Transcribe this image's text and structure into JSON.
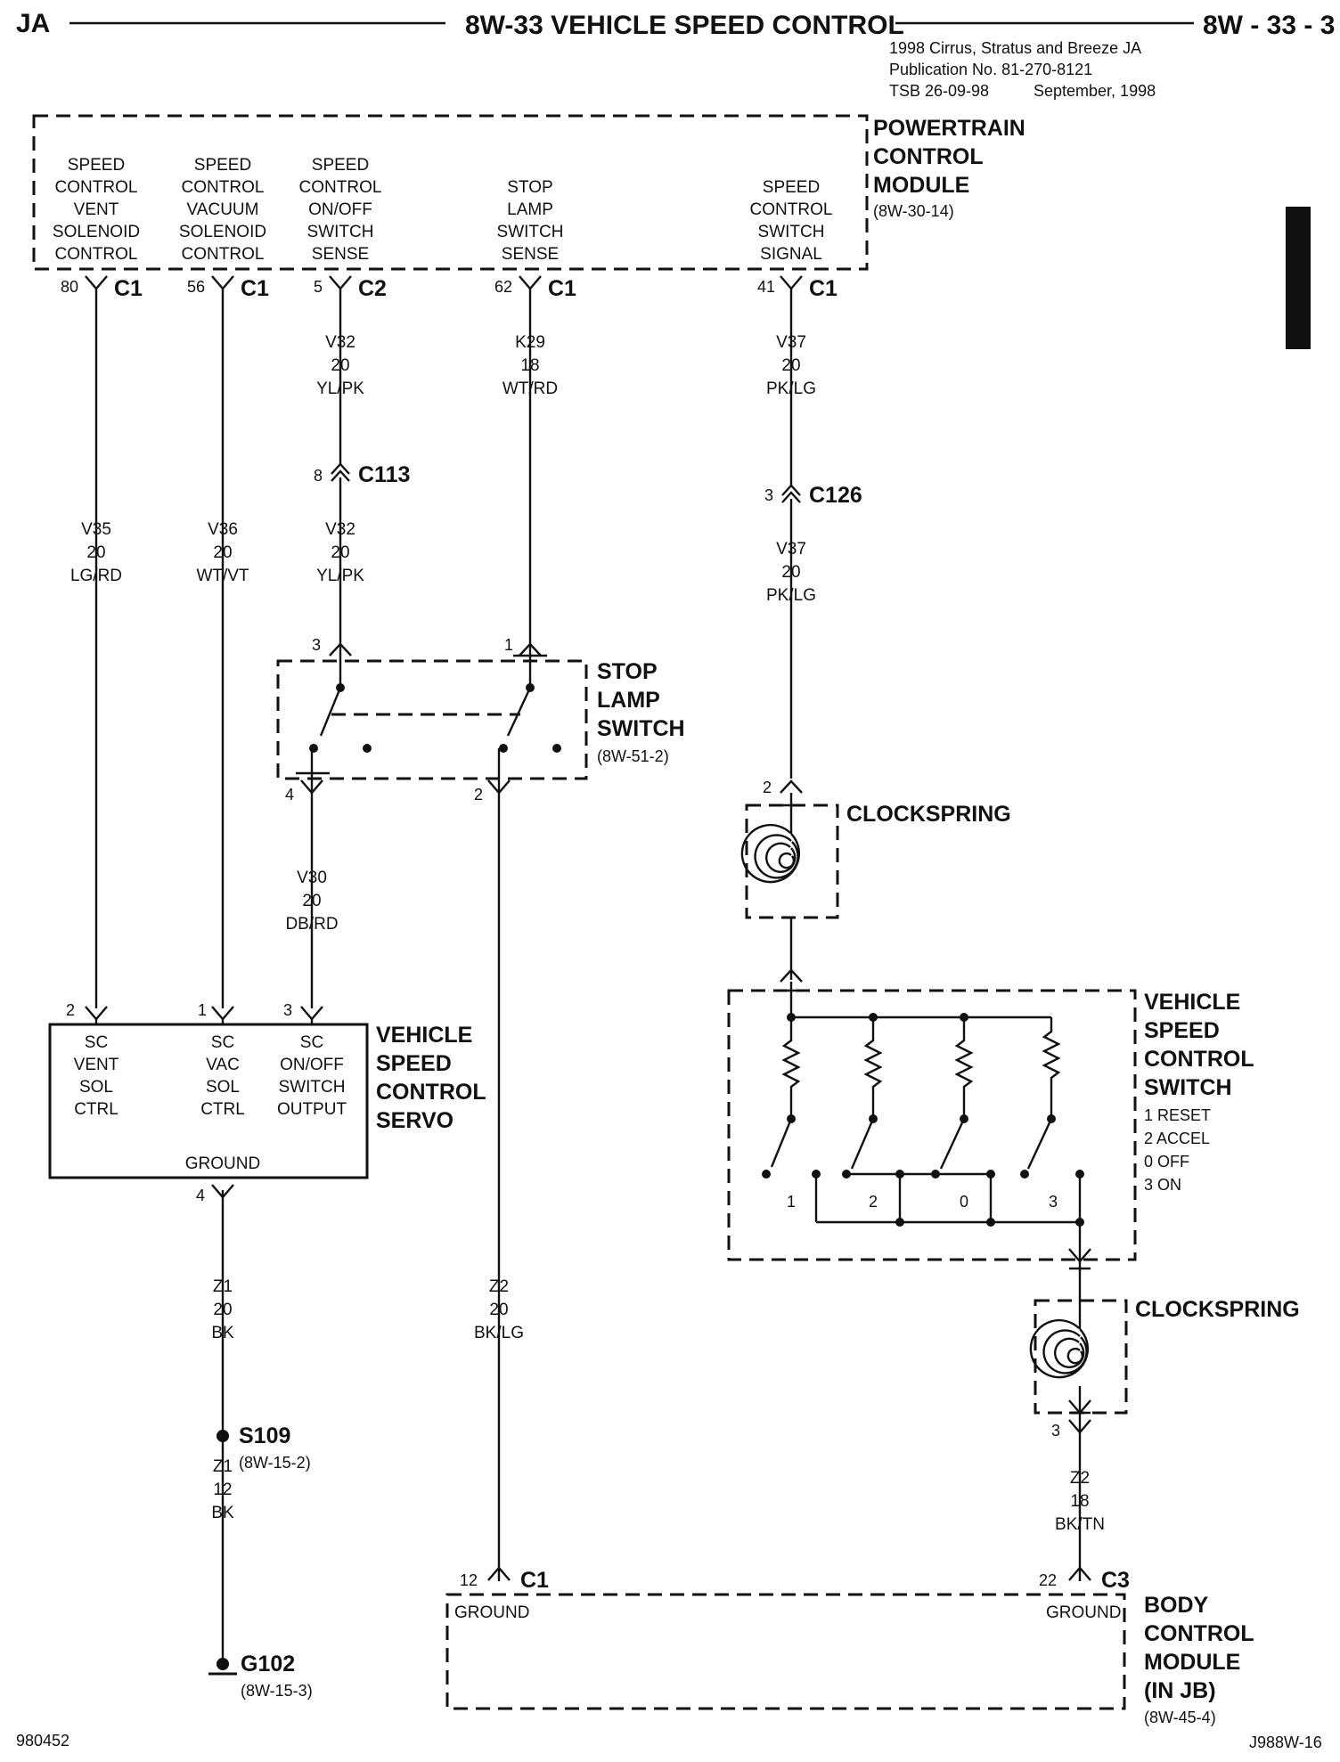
{
  "header": {
    "left": "JA",
    "title": "8W-33 VEHICLE SPEED CONTROL",
    "page": "8W - 33 - 3",
    "pub_lines": [
      "1998 Cirrus, Stratus and Breeze JA",
      "Publication No. 81-270-8121",
      "TSB 26-09-98",
      "September, 1998"
    ]
  },
  "pcm": {
    "name_lines": [
      "POWERTRAIN",
      "CONTROL",
      "MODULE"
    ],
    "ref": "(8W-30-14)",
    "pins": [
      {
        "label_lines": [
          "SPEED",
          "CONTROL",
          "VENT",
          "SOLENOID",
          "CONTROL"
        ],
        "cavity": "80",
        "connector": "C1"
      },
      {
        "label_lines": [
          "SPEED",
          "CONTROL",
          "VACUUM",
          "SOLENOID",
          "CONTROL"
        ],
        "cavity": "56",
        "connector": "C1"
      },
      {
        "label_lines": [
          "SPEED",
          "CONTROL",
          "ON/OFF",
          "SWITCH",
          "SENSE"
        ],
        "cavity": "5",
        "connector": "C2"
      },
      {
        "label_lines": [
          "STOP",
          "LAMP",
          "SWITCH",
          "SENSE"
        ],
        "cavity": "62",
        "connector": "C1"
      },
      {
        "label_lines": [
          "SPEED",
          "CONTROL",
          "SWITCH",
          "SIGNAL"
        ],
        "cavity": "41",
        "connector": "C1"
      }
    ]
  },
  "wires": {
    "v32_top": [
      "V32",
      "20",
      "YL/PK"
    ],
    "k29": [
      "K29",
      "18",
      "WT/RD"
    ],
    "v37_top": [
      "V37",
      "20",
      "PK/LG"
    ],
    "v35": [
      "V35",
      "20",
      "LG/RD"
    ],
    "v36": [
      "V36",
      "20",
      "WT/VT"
    ],
    "v32_bottom": [
      "V32",
      "20",
      "YL/PK"
    ],
    "v37_bottom": [
      "V37",
      "20",
      "PK/LG"
    ],
    "v30": [
      "V30",
      "20",
      "DB/RD"
    ],
    "z1_top": [
      "Z1",
      "20",
      "BK"
    ],
    "z1_bottom": [
      "Z1",
      "12",
      "BK"
    ],
    "z2_left": [
      "Z2",
      "20",
      "BK/LG"
    ],
    "z2_right": [
      "Z2",
      "18",
      "BK/TN"
    ]
  },
  "inline_connectors": {
    "c113": {
      "pin": "8",
      "name": "C113"
    },
    "c126": {
      "pin": "3",
      "name": "C126"
    }
  },
  "stop_lamp_switch": {
    "name_lines": [
      "STOP",
      "LAMP",
      "SWITCH"
    ],
    "ref": "(8W-51-2)",
    "pins": [
      "3",
      "1",
      "4",
      "2"
    ]
  },
  "clockspring_1": {
    "name": "CLOCKSPRING",
    "pin": "2"
  },
  "clockspring_2": {
    "name": "CLOCKSPRING",
    "pin": "3"
  },
  "vsc_switch": {
    "name_lines": [
      "VEHICLE",
      "SPEED",
      "CONTROL",
      "SWITCH"
    ],
    "positions": [
      "1 RESET",
      "2 ACCEL",
      "0 OFF",
      "3 ON"
    ],
    "contact_labels": [
      "1",
      "2",
      "0",
      "3"
    ]
  },
  "servo": {
    "name_lines": [
      "VEHICLE",
      "SPEED",
      "CONTROL",
      "SERVO"
    ],
    "pins": [
      {
        "cavity": "2",
        "label_lines": [
          "SC",
          "VENT",
          "SOL",
          "CTRL"
        ]
      },
      {
        "cavity": "1",
        "label_lines": [
          "SC",
          "VAC",
          "SOL",
          "CTRL"
        ]
      },
      {
        "cavity": "3",
        "label_lines": [
          "SC",
          "ON/OFF",
          "SWITCH",
          "OUTPUT"
        ]
      }
    ],
    "ground_label": "GROUND",
    "ground_pin": "4"
  },
  "splice": {
    "name": "S109",
    "ref": "(8W-15-2)"
  },
  "ground_point": {
    "name": "G102",
    "ref": "(8W-15-3)"
  },
  "bcm": {
    "name_lines": [
      "BODY",
      "CONTROL",
      "MODULE",
      "(IN JB)"
    ],
    "ref": "(8W-45-4)",
    "pin_left": {
      "cavity": "12",
      "connector": "C1",
      "label": "GROUND"
    },
    "pin_right": {
      "cavity": "22",
      "connector": "C3",
      "label": "GROUND"
    }
  },
  "footer": {
    "left": "980452",
    "right": "J988W-16"
  }
}
